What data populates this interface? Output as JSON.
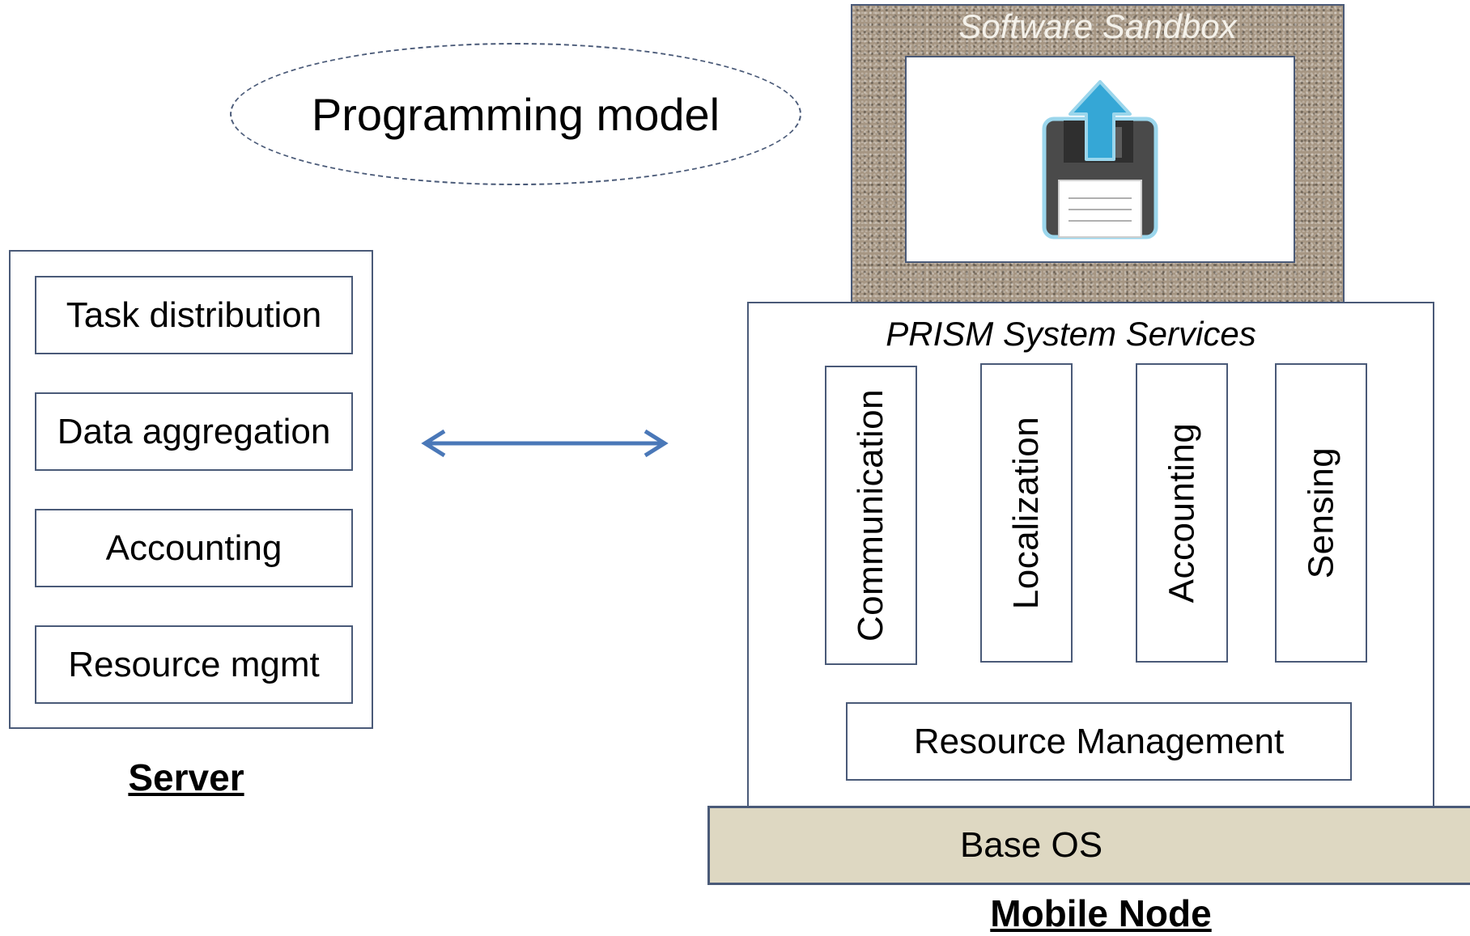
{
  "programming_model": {
    "label": "Programming model"
  },
  "server": {
    "title": "Server",
    "items": [
      "Task distribution",
      "Data aggregation",
      "Accounting",
      "Resource mgmt"
    ]
  },
  "mobile_node": {
    "title": "Mobile Node",
    "sandbox_label": "Software Sandbox",
    "services_title": "PRISM System Services",
    "services": [
      "Communication",
      "Localization",
      "Accounting",
      "Sensing"
    ],
    "resource_management": "Resource Management",
    "base_os": "Base OS"
  },
  "colors": {
    "border": "#4a5a78",
    "arrow": "#4a78b8",
    "base_os_fill": "#ded8c2",
    "sandbox_fill": "#a69683",
    "floppy_body": "#4a4a4a",
    "upload_arrow": "#35a7d6"
  },
  "icons": {
    "sandbox_app": "floppy-upload-icon"
  }
}
